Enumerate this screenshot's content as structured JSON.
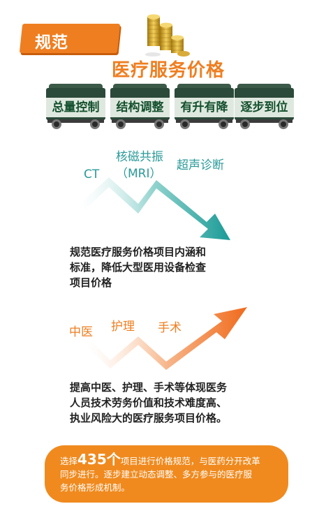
{
  "header": {
    "tag_label": "规范",
    "title": "医疗服务价格",
    "icon": "coins-icon"
  },
  "train": {
    "cars": [
      "总量控制",
      "结构调整",
      "有升有降",
      "逐步到位"
    ]
  },
  "down_section": {
    "labels": {
      "ct": "CT",
      "mri_line1": "核磁共振",
      "mri_line2": "（MRI）",
      "ultrasound": "超声诊断"
    },
    "description": [
      "规范医疗服务价格项目内涵和",
      "标准，降低大型医用设备检查",
      "项目价格"
    ],
    "color": "#2a9a98"
  },
  "up_section": {
    "labels": {
      "tcm": "中医",
      "nursing": "护理",
      "surgery": "手术"
    },
    "description": [
      "提高中医、护理、手术等体现医务",
      "人员技术劳务价值和技术难度高、",
      "执业风险大的医疗服务项目价格。"
    ],
    "color": "#ef7e20"
  },
  "summary": {
    "prefix": "选择",
    "number": "435个",
    "line1_rest": "项目进行价格规范，与医药分开改革",
    "line2": "同步进行。逐步建立动态调整、多方参与的医疗服",
    "line3": "务价格形成机制。"
  }
}
